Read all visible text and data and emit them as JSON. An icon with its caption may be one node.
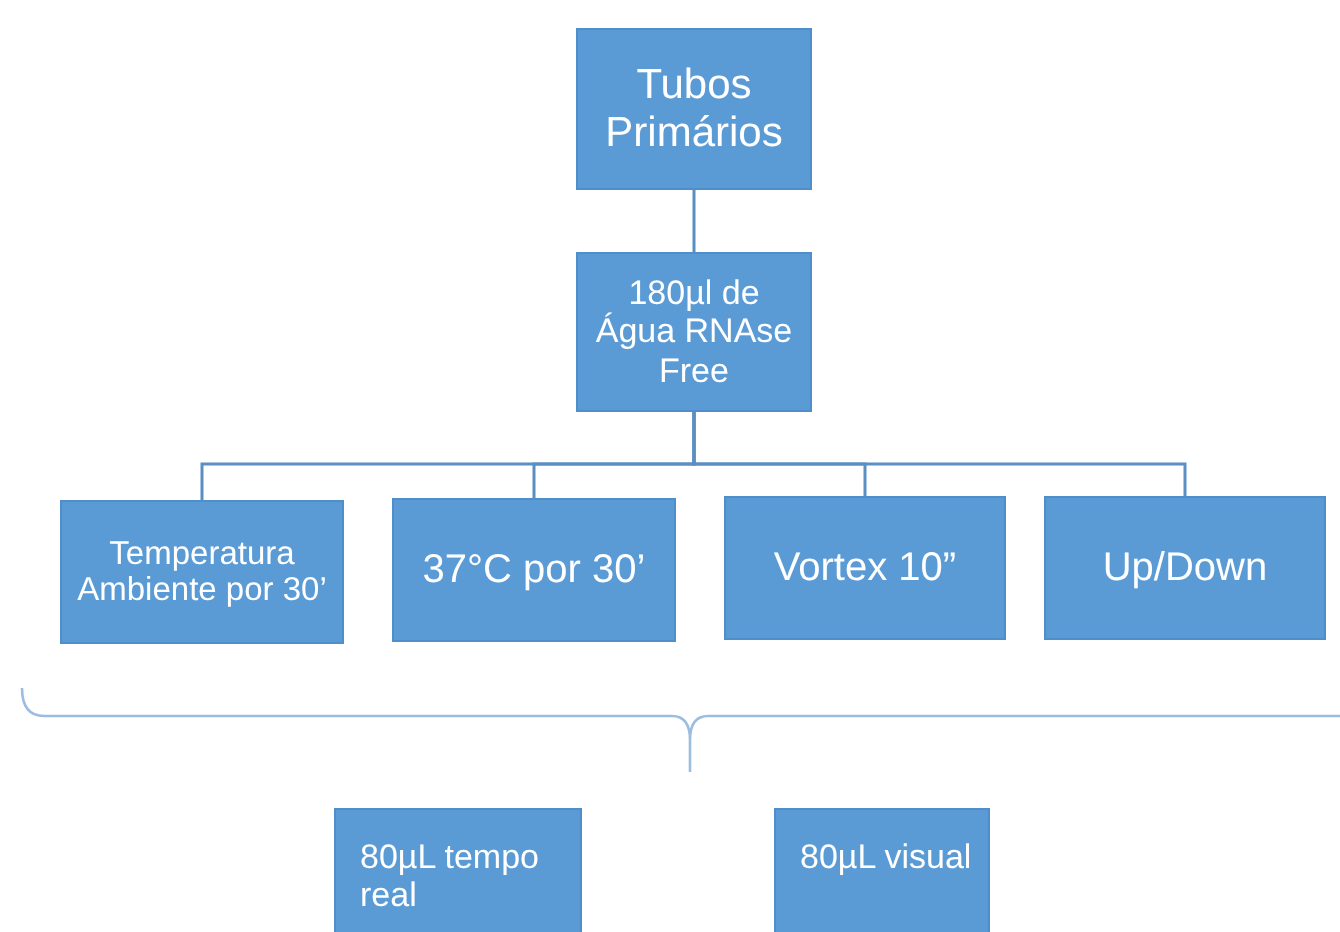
{
  "diagram": {
    "nodes": [
      {
        "text": [
          "Tubos Primários"
        ]
      },
      {
        "text": [
          "180µl de Água RNAse Free"
        ]
      },
      {
        "text": [
          "Temperatura Ambiente por 30’"
        ]
      },
      {
        "text": [
          "37°C por 30’"
        ]
      },
      {
        "text": [
          "Vortex 10”"
        ]
      },
      {
        "text": [
          "Up/Down"
        ]
      },
      {
        "text": [
          "80µL tempo real"
        ]
      },
      {
        "text": [
          "80µL visual"
        ]
      }
    ],
    "edges": [
      {
        "from": 0,
        "to": 1,
        "arrow": "none"
      },
      {
        "from": 1,
        "to": 2,
        "arrow": "none"
      },
      {
        "from": 1,
        "to": 3,
        "arrow": "none"
      },
      {
        "from": 1,
        "to": 4,
        "arrow": "none"
      },
      {
        "from": 1,
        "to": 5,
        "arrow": "none"
      }
    ]
  }
}
